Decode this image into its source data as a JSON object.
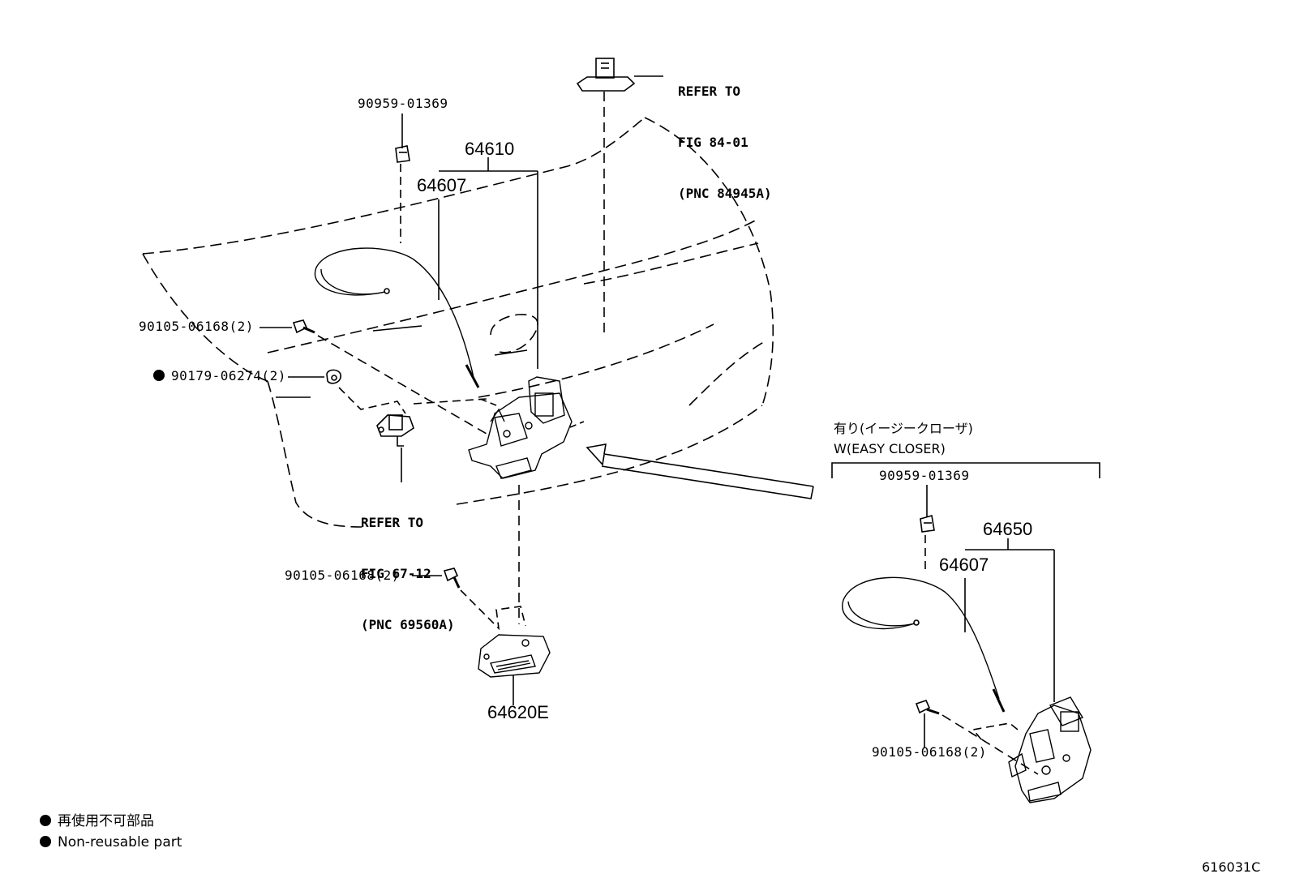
{
  "refs": {
    "fig84": [
      "REFER TO",
      "FIG 84-01",
      "(PNC 84945A)"
    ],
    "fig67": [
      "REFER TO",
      "FIG 67-12",
      "(PNC 69560A)"
    ]
  },
  "labels": {
    "p90959_top": "90959-01369",
    "p64610": "64610",
    "p64607_top": "64607",
    "p90105_a": "90105-06168(2)",
    "p90179": "90179-06274(2)",
    "p90105_b": "90105-06168(2)",
    "p64620e": "64620E",
    "cond_jp": "有り(イージークローザ)",
    "cond_en": "W(EASY CLOSER)",
    "p90959_right": "90959-01369",
    "p64650": "64650",
    "p64607_right": "64607",
    "p90105_right": "90105-06168(2)"
  },
  "legend": {
    "jp": "再使用不可部品",
    "en": "Non-reusable part"
  },
  "figure_id": "616031C"
}
